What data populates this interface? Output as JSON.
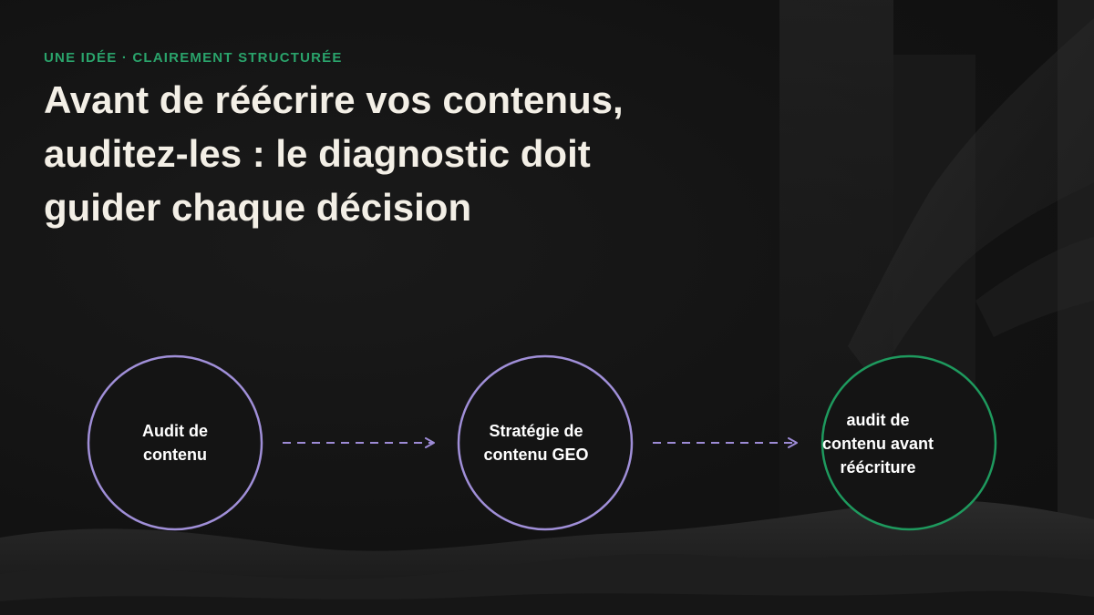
{
  "slide": {
    "eyebrow": "UNE IDÉE · CLAIREMENT STRUCTURÉE",
    "title": "Avant de réécrire vos contenus, auditez-les : le diagnostic doit guider chaque décision"
  },
  "flow": {
    "nodes": [
      {
        "label": "Audit de\ncontenu",
        "color": "#a08fd8"
      },
      {
        "label": "Stratégie de\ncontenu GEO",
        "color": "#a08fd8"
      },
      {
        "label": "audit de\ncontenu avant\nréécriture",
        "color": "#1e9a5e"
      }
    ],
    "arrow_color": "#9d8bd6"
  },
  "colors": {
    "background": "#131313",
    "accent_green": "#2aa36b",
    "title_text": "#f3efe6"
  }
}
